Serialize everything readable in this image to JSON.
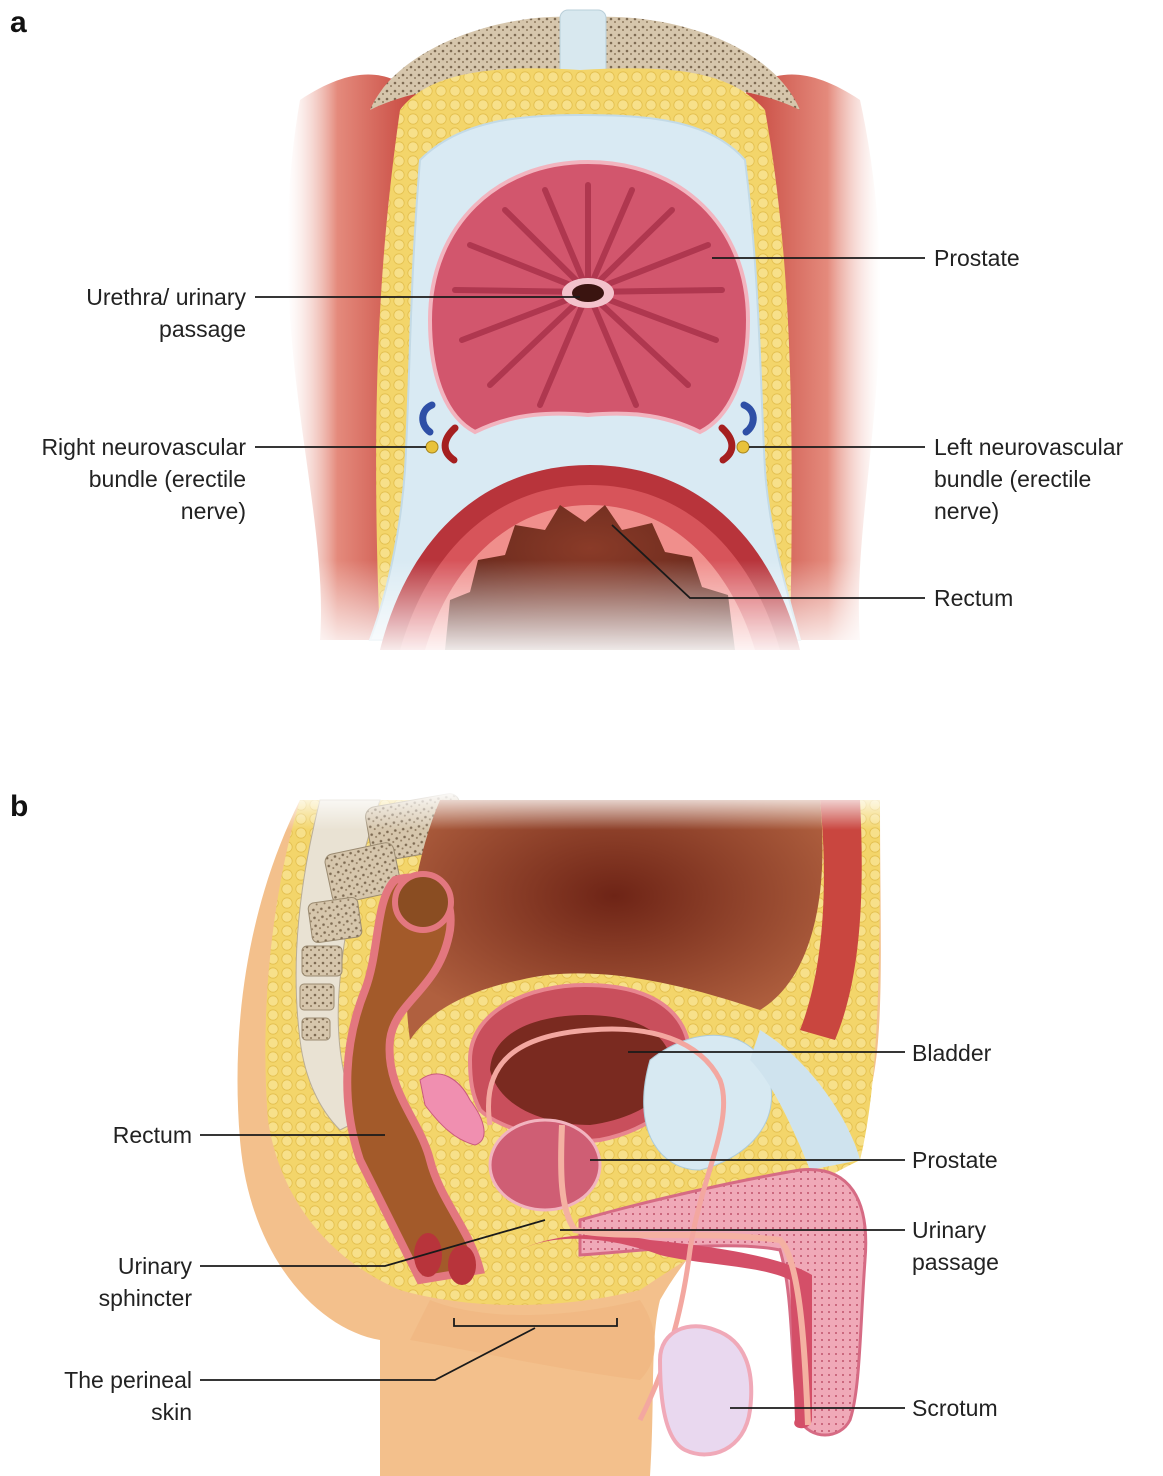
{
  "panel_a": {
    "letter": "a",
    "labels": {
      "prostate": "Prostate",
      "urethra_line1": "Urethra/ urinary",
      "urethra_line2": "passage",
      "right_nv_line1": "Right neurovascular",
      "right_nv_line2": "bundle (erectile",
      "right_nv_line3": "nerve)",
      "left_nv_line1": "Left neurovascular",
      "left_nv_line2": "bundle (erectile",
      "left_nv_line3": "nerve)",
      "rectum": "Rectum"
    }
  },
  "panel_b": {
    "letter": "b",
    "labels": {
      "bladder": "Bladder",
      "rectum": "Rectum",
      "prostate": "Prostate",
      "urinary_passage_line1": "Urinary",
      "urinary_passage_line2": "passage",
      "sphincter_line1": "Urinary",
      "sphincter_line2": "sphincter",
      "perineal_line1": "The perineal",
      "perineal_line2": "skin",
      "scrotum": "Scrotum"
    }
  },
  "colors": {
    "fat": "#f3d56a",
    "fascia": "#d7e9f2",
    "prostate": "#d4586e",
    "muscle": "#c9463f",
    "rectum_lumen": "#6a2a1e",
    "bone": "#cbbba3",
    "skin": "#f3c08c",
    "vein": "#2e4fa6",
    "artery": "#a51f1f",
    "nerve": "#e8c23a",
    "colon": "#a35a2a",
    "scrotum": "#e9d8ef"
  }
}
